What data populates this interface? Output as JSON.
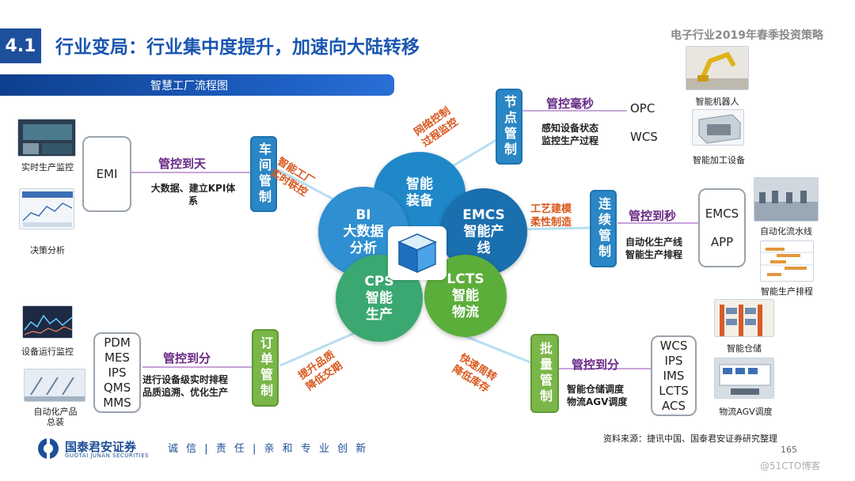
{
  "header": {
    "section_number": "4.1",
    "title": "行业变局：行业集中度提升，加速向大陆转移",
    "report_name": "电子行业2019年春季投资策略",
    "banner": "智慧工厂流程图"
  },
  "center": {
    "cube_icon": "cube-icon",
    "nodes": [
      {
        "key": "bi",
        "line1": "BI",
        "line2": "大数据",
        "line3": "分析",
        "color": "#2f8fd0"
      },
      {
        "key": "equipment",
        "line1": "智能",
        "line2": "装备",
        "line3": "",
        "color": "#1f88c9"
      },
      {
        "key": "emcs",
        "line1": "EMCS",
        "line2": "智能产",
        "line3": "线",
        "color": "#1a6fae"
      },
      {
        "key": "cps",
        "line1": "CPS",
        "line2": "智能",
        "line3": "生产",
        "color": "#3aa870"
      },
      {
        "key": "lcts",
        "line1": "LCTS",
        "line2": "智能",
        "line3": "物流",
        "color": "#5cae3a"
      }
    ]
  },
  "workshop": {
    "photos": [
      {
        "label": "实时生产监控",
        "icon": "monitor-room-photo"
      },
      {
        "label": "决策分析",
        "icon": "dashboard-photo"
      }
    ],
    "system": [
      "EMI"
    ],
    "control_title": "管控到天",
    "control_desc": [
      "大数据、建立KPI体",
      "系"
    ],
    "tag": "车间管制",
    "link_label": [
      "智能工厂",
      "实时联控"
    ]
  },
  "node_ctrl": {
    "link_label": [
      "网络控制",
      "过程监控"
    ],
    "tag": "节点管制",
    "control_title": "管控毫秒",
    "control_desc": [
      "感知设备状态",
      "监控生产过程"
    ],
    "systems": [
      "OPC",
      "WCS"
    ],
    "photos": [
      {
        "label": "智能机器人",
        "icon": "robot-arm-photo"
      },
      {
        "label": "智能加工设备",
        "icon": "machine-photo"
      }
    ]
  },
  "continuous": {
    "link_label": [
      "工艺建模",
      "柔性制造"
    ],
    "tag": "连续管制",
    "control_title": "管控到秒",
    "control_desc": [
      "自动化生产线",
      "智能生产排程"
    ],
    "systems": [
      "EMCS",
      "APP"
    ],
    "photos": [
      {
        "label": "自动化流水线",
        "icon": "assembly-line-photo"
      },
      {
        "label": "智能生产排程",
        "icon": "gantt-photo"
      }
    ]
  },
  "order": {
    "photos": [
      {
        "label": "设备运行监控",
        "icon": "monitor-chart-photo"
      },
      {
        "label": "自动化产品",
        "label2": "总装",
        "icon": "assembly-photo"
      }
    ],
    "systems": [
      "PDM",
      "MES",
      "IPS",
      "QMS",
      "MMS"
    ],
    "control_title": "管控到分",
    "control_desc": [
      "进行设备级实时排程",
      "品质追溯、优化生产"
    ],
    "tag": "订单管制",
    "link_label": [
      "提升品质",
      "降低交期"
    ]
  },
  "batch": {
    "link_label": [
      "快速周转",
      "降低库存"
    ],
    "tag": "批量管制",
    "control_title": "管控到分",
    "control_desc": [
      "智能仓储调度",
      "物流AGV调度"
    ],
    "systems": [
      "WCS",
      "IPS",
      "IMS",
      "LCTS",
      "ACS"
    ],
    "photos": [
      {
        "label": "智能仓储",
        "icon": "warehouse-photo"
      },
      {
        "label": "物流AGV调度",
        "icon": "agv-photo"
      }
    ]
  },
  "footer": {
    "logo_text": "国泰君安证券",
    "logo_sub": "GUOTAI JUNAN SECURITIES",
    "motto": "诚 信 | 责 任 | 亲 和   专 业   创 新",
    "source": "资料来源：捷讯中国、国泰君安证券研究整理",
    "page": "165",
    "watermark": "@51CTO博客"
  }
}
